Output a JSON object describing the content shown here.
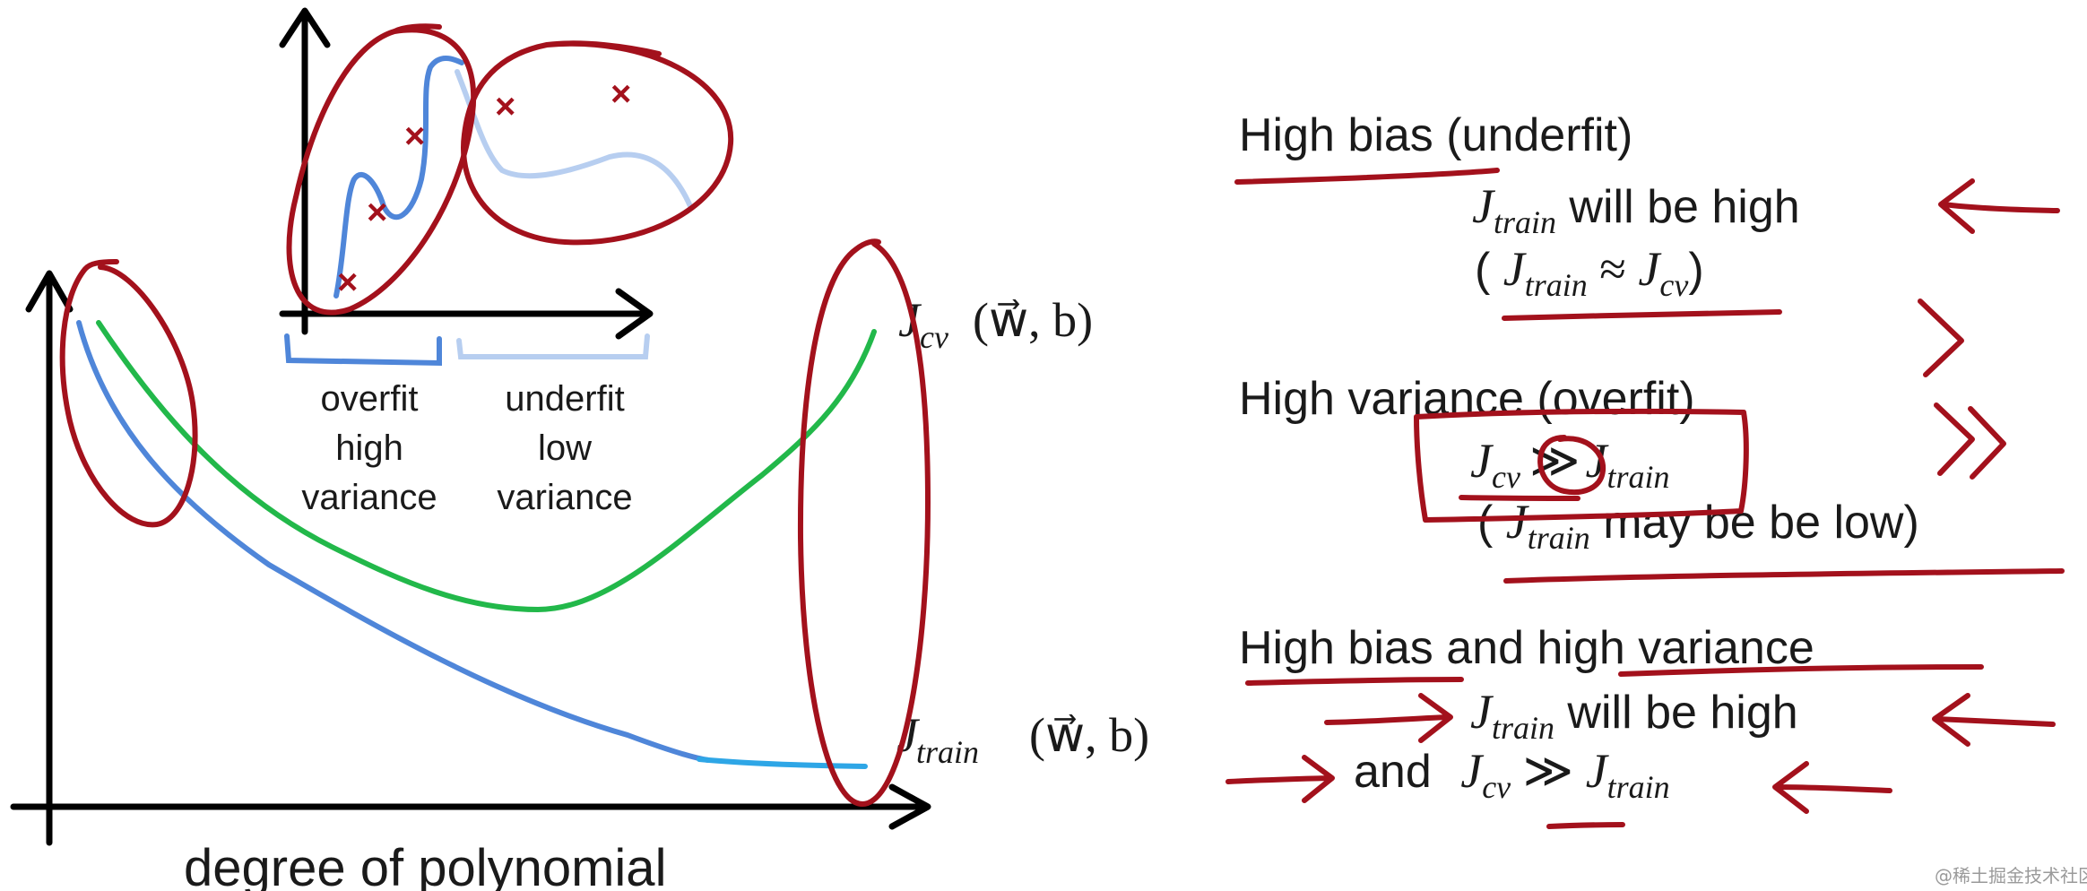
{
  "colors": {
    "ink_red": "#a3111c",
    "cv_curve": "#22b84a",
    "train_curve": "#4f86d9",
    "train_tail": "#2ea6e6",
    "overfit_bracket": "#4f86d9",
    "underfit_bracket": "#b7cef0"
  },
  "main_plot": {
    "xlabel": "degree of polynomial",
    "cv_label": {
      "J": "J",
      "sub": "cv",
      "args": "(w⃗, b)"
    },
    "train_label": {
      "J": "J",
      "sub": "train",
      "args": "(w⃗, b)"
    }
  },
  "inset": {
    "overfit_label": [
      "overfit",
      "high",
      "variance"
    ],
    "underfit_label": [
      "underfit",
      "low",
      "variance"
    ],
    "marker": "×"
  },
  "notes": {
    "high_bias": {
      "title": "High bias (underfit)",
      "line1_J": "J",
      "line1_sub": "train",
      "line1_text": " will be high",
      "line2_open": "( ",
      "line2_J1": "J",
      "line2_sub1": "train",
      "line2_rel": " ≈ ",
      "line2_J2": "J",
      "line2_sub2": "cv",
      "line2_close": ")"
    },
    "high_variance": {
      "title": "High variance (overfit)",
      "line1_J1": "J",
      "line1_sub1": "cv",
      "line1_rel": "≫",
      "line1_J2": "J",
      "line1_sub2": "train",
      "line2_open": "( ",
      "line2_J": "J",
      "line2_sub": "train",
      "line2_text": " may be be low)"
    },
    "high_both": {
      "title": "High bias and high variance",
      "line1_J": "J",
      "line1_sub": "train",
      "line1_text": " will be high",
      "line2_and": "and ",
      "line2_J1": "J",
      "line2_sub1": "cv",
      "line2_rel": " ≫ ",
      "line2_J2": "J",
      "line2_sub2": "train"
    }
  },
  "annotations": {
    "ink_gt": ">",
    "ink_gtgt": "≫"
  },
  "watermark": "@稀土掘金技术社区"
}
